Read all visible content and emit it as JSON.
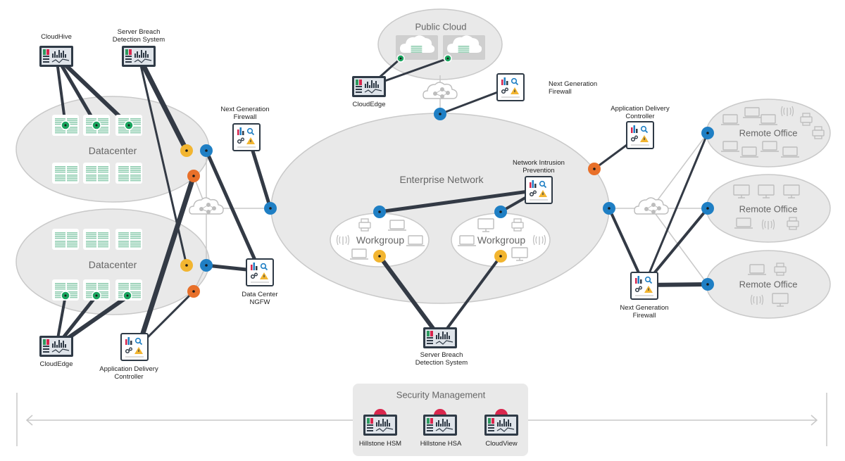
{
  "labels": {
    "cloudhive": "CloudHive",
    "sbds_top_l1": "Server Breach",
    "sbds_top_l2": "Detection System",
    "ngfw_left_l1": "Next Generation",
    "ngfw_left_l2": "Firewall",
    "dc_ngfw_l1": "Data Center",
    "dc_ngfw_l2": "NGFW",
    "cloudedge_left": "CloudEdge",
    "adc_left_l1": "Application Delivery",
    "adc_left_l2": "Controller",
    "cloudedge_top": "CloudEdge",
    "ngfw_top_l1": "Next Generation",
    "ngfw_top_l2": "Firewall",
    "nip_l1": "Network Intrusion",
    "nip_l2": "Prevention",
    "sbds_bottom_l1": "Server Breach",
    "sbds_bottom_l2": "Detection System",
    "adc_right_l1": "Application Delivery",
    "adc_right_l2": "Controller",
    "ngfw_right_l1": "Next Generation",
    "ngfw_right_l2": "Firewall",
    "hsm": "Hillstone HSM",
    "hsa": "Hillstone HSA",
    "cloudview": "CloudView"
  },
  "zones": {
    "datacenter_top": "Datacenter",
    "datacenter_bottom": "Datacenter",
    "public_cloud": "Public Cloud",
    "enterprise": "Enterprise Network",
    "workgroup_left": "Workgroup",
    "workgroup_right": "Workgroup",
    "remote_1": "Remote Office",
    "remote_2": "Remote Office",
    "remote_3": "Remote Office",
    "security_mgmt": "Security Management"
  },
  "colors": {
    "node_blue": "#1f7fc4",
    "node_orange": "#e8702a",
    "node_yellow": "#f2b530",
    "node_green": "#1aa55f",
    "node_red": "#d9264d",
    "zone_fill": "#e9e9e9",
    "zone_stroke": "#c9c9c9",
    "line_dark": "#333a45",
    "line_light": "#bdbdbd"
  }
}
